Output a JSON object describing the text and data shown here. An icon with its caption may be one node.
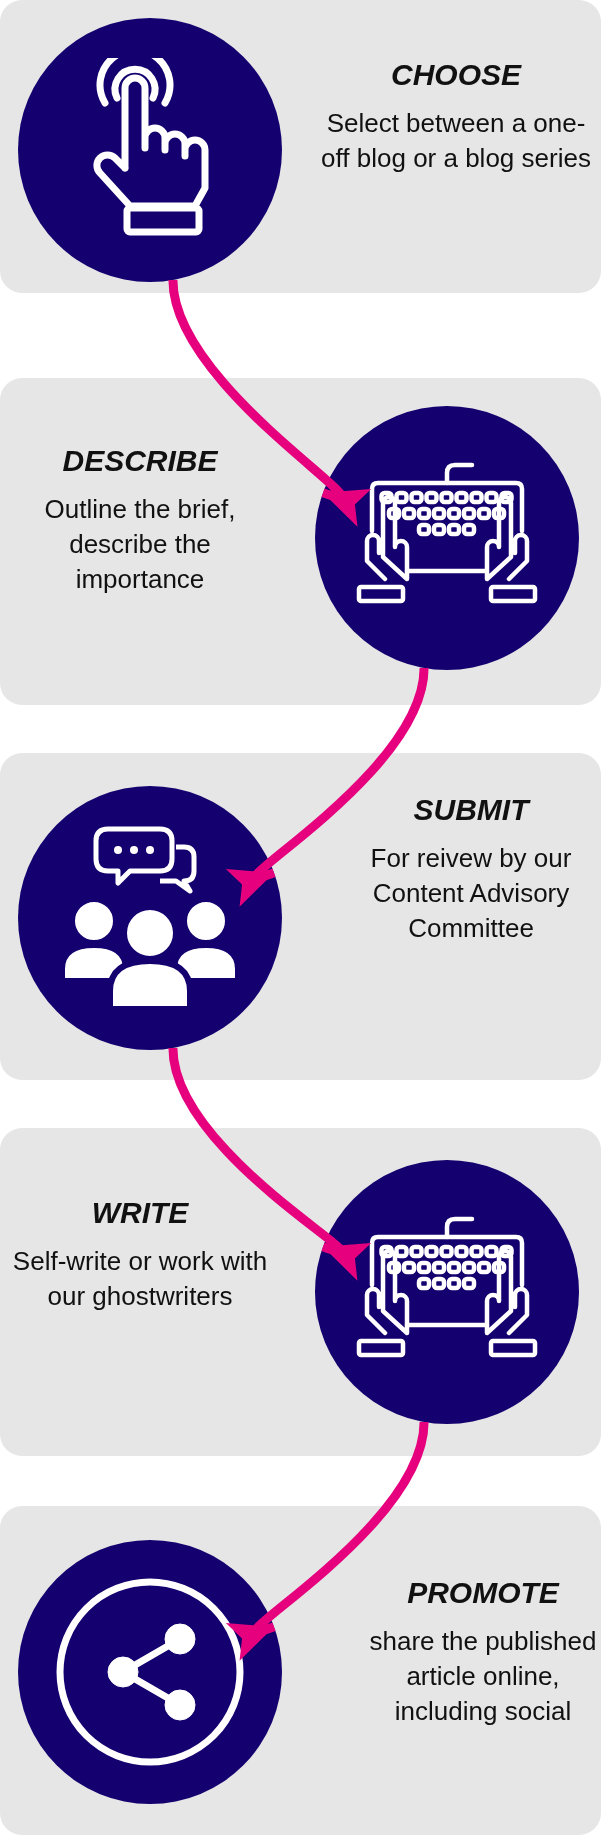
{
  "diagram": {
    "nodes": [
      {
        "text": [
          "CHOOSE",
          "Select between a one-off blog or a blog series"
        ]
      },
      {
        "text": [],
        "shape": "circle",
        "in": 0
      },
      {
        "text": [
          "DESCRIBE",
          "Outline the brief, describe the importance"
        ]
      },
      {
        "text": [],
        "shape": "circle",
        "in": 2
      },
      {
        "text": [
          "SUBMIT",
          "For reivew by our Content Advisory Committee"
        ]
      },
      {
        "text": [],
        "shape": "circle",
        "in": 4
      },
      {
        "text": [
          "WRITE",
          "Self-write or work with our ghostwriters"
        ]
      },
      {
        "text": [],
        "shape": "circle",
        "in": 6
      },
      {
        "text": [
          "PROMOTE",
          "share the published article online, including social"
        ]
      },
      {
        "text": [],
        "shape": "circle",
        "in": 8
      }
    ],
    "edges": [
      {
        "from": 1,
        "to": 3,
        "arrow": "to"
      },
      {
        "from": 3,
        "to": 5,
        "arrow": "to"
      },
      {
        "from": 5,
        "to": 7,
        "arrow": "to"
      },
      {
        "from": 7,
        "to": 9,
        "arrow": "to"
      }
    ]
  }
}
